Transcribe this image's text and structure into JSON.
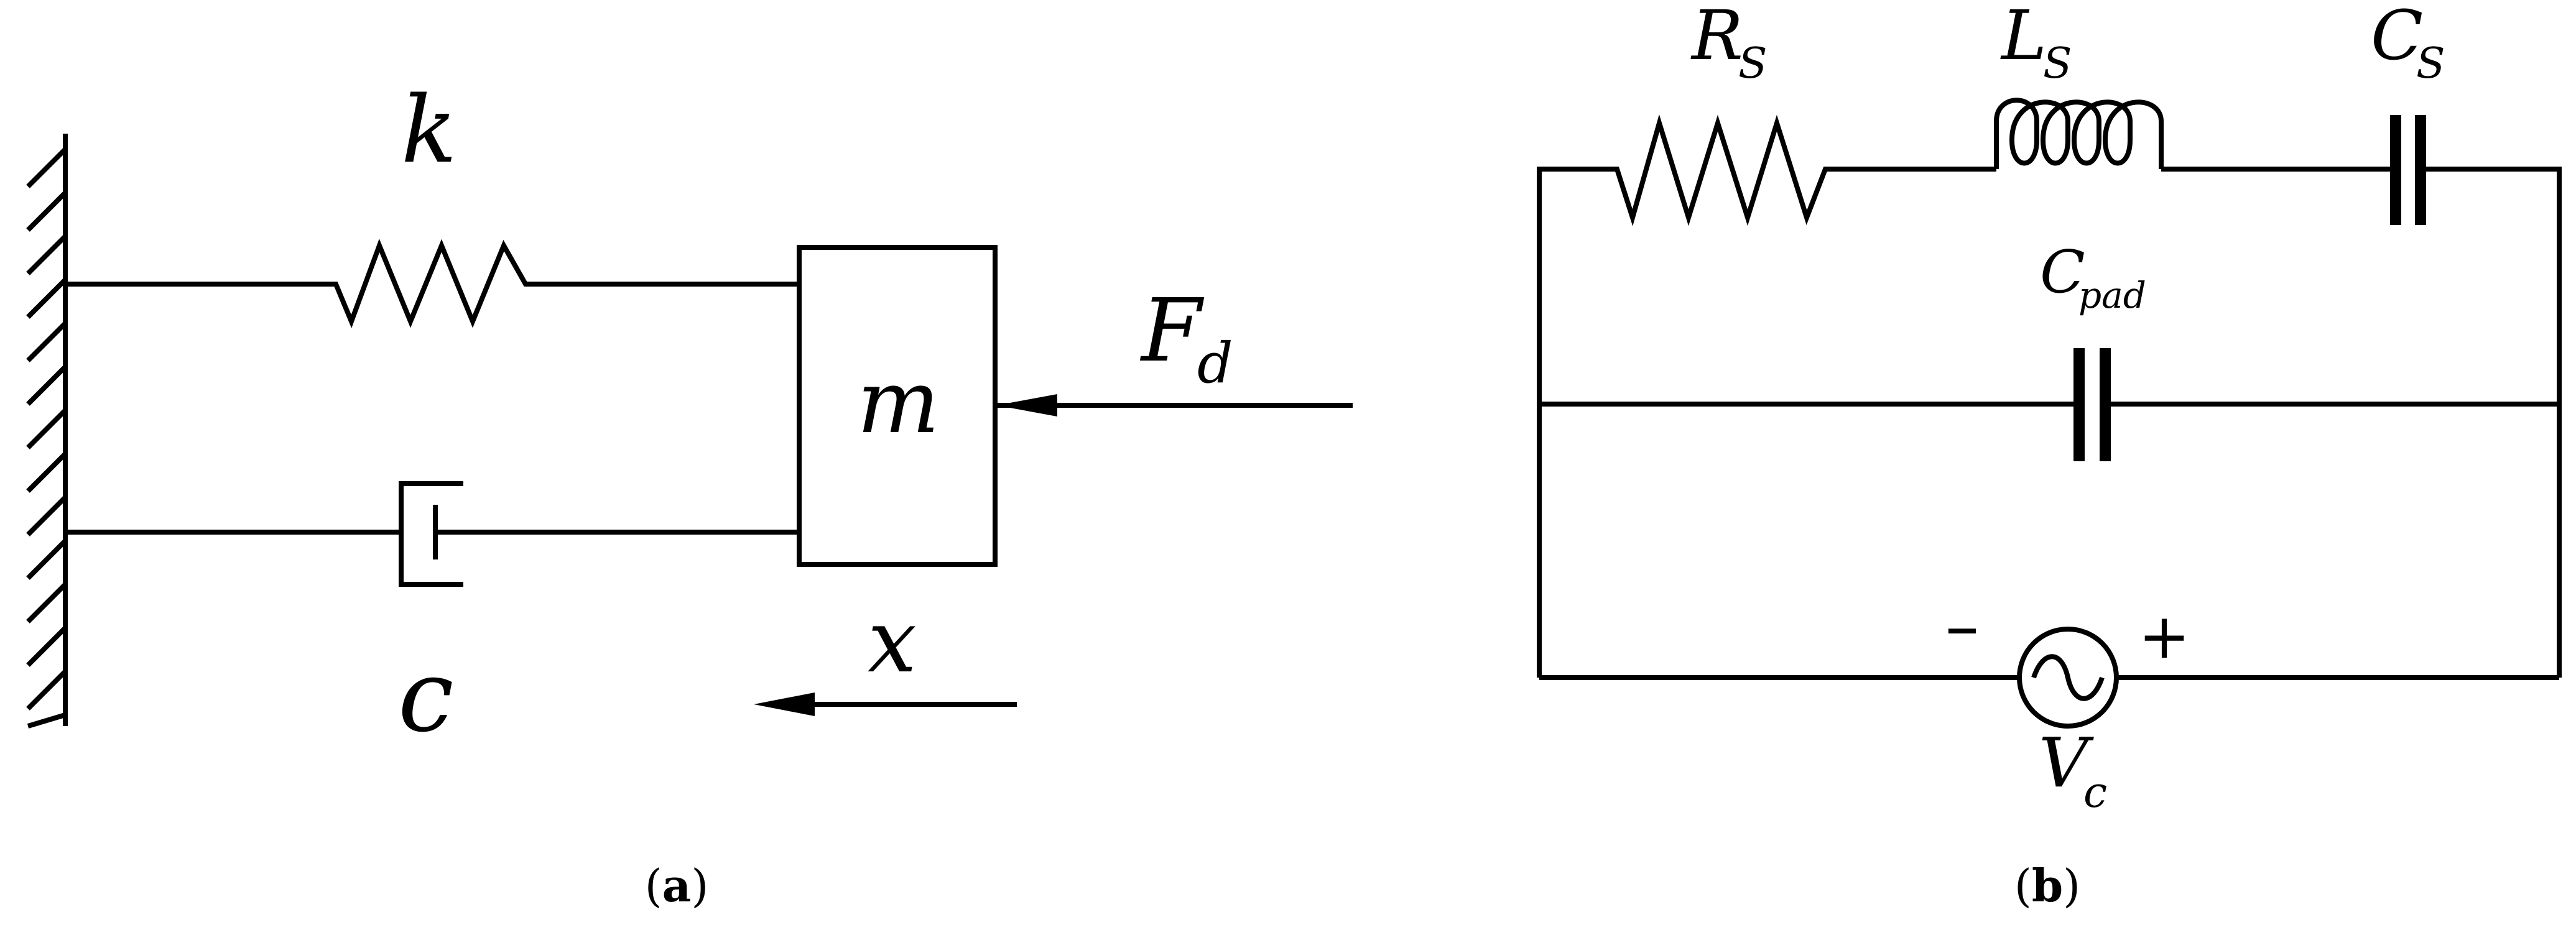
{
  "panel_a": {
    "spring_label": "k",
    "damper_label": "c",
    "mass_label": "m",
    "force_label": "F",
    "force_subscript": "d",
    "displacement_label": "x",
    "caption_open": "(",
    "caption_letter": "a",
    "caption_close": ")"
  },
  "panel_b": {
    "resistor_label": "R",
    "resistor_subscript": "S",
    "inductor_label": "L",
    "inductor_subscript": "S",
    "series_capacitor_label": "C",
    "series_capacitor_subscript": "S",
    "pad_capacitor_label": "C",
    "pad_capacitor_subscript": "pad",
    "source_label": "V",
    "source_subscript": "c",
    "minus_sign": "–",
    "plus_sign": "+",
    "caption_open": "(",
    "caption_letter": "b",
    "caption_close": ")"
  }
}
